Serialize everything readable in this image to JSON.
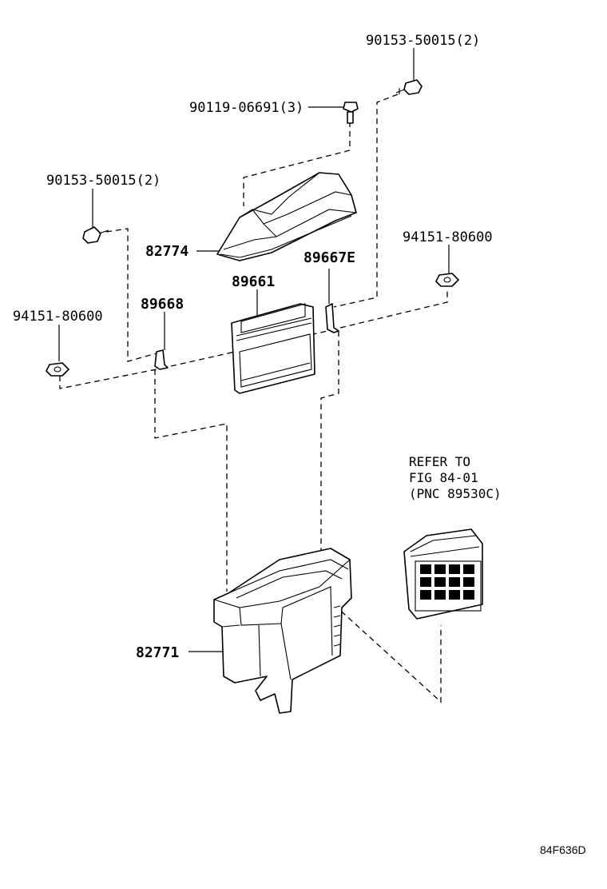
{
  "labels": {
    "screw_top": "90153-50015(2)",
    "bolt_top": "90119-06691(3)",
    "screw_left": "90153-50015(2)",
    "cover": "82774",
    "nut_right": "94151-80600",
    "bracket_right": "89667E",
    "ecu": "89661",
    "bracket_left": "89668",
    "nut_left": "94151-80600",
    "box": "82771"
  },
  "refer": {
    "line1": "REFER TO",
    "line2": "FIG 84-01",
    "line3": "(PNC 89530C)"
  },
  "diagram_code": "84F636D"
}
